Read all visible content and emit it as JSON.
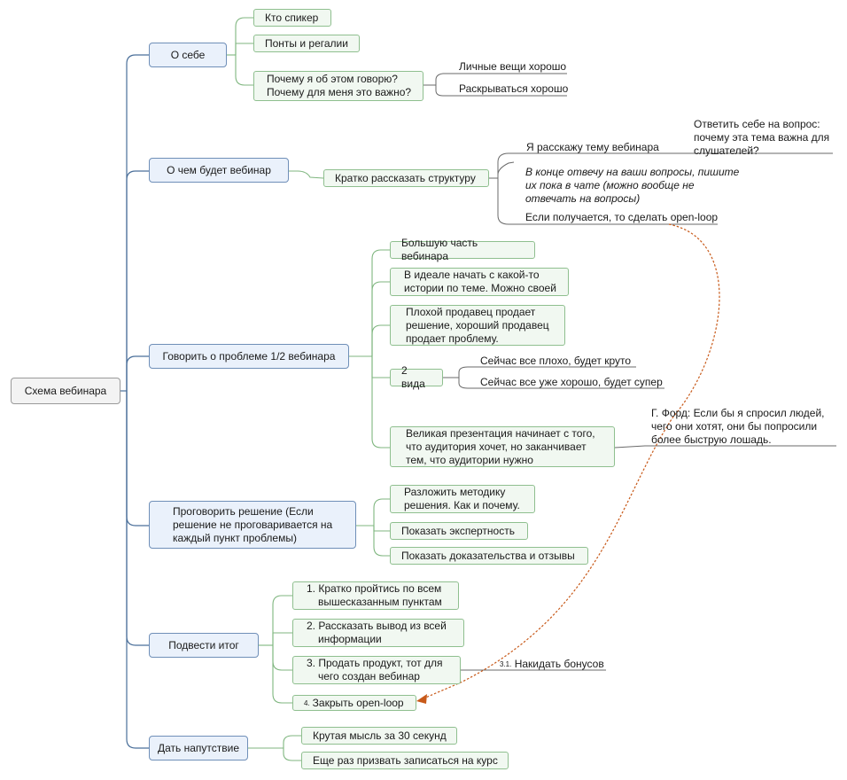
{
  "root": "Схема вебинара",
  "branches": {
    "about": {
      "label": "О себе",
      "children": [
        "Кто спикер",
        "Понты и регалии"
      ],
      "why_line1": "Почему я об этом говорю?",
      "why_line2": "Почему для меня это важно?",
      "why_children": [
        "Личные вещи хорошо",
        "Раскрываться хорошо"
      ]
    },
    "topic": {
      "label": "О чем будет вебинар",
      "structure": "Кратко рассказать структуру",
      "tell_topic": "Я расскажу тему вебинара",
      "question_line1": "Ответить себе на вопрос:",
      "question_line2": "почему эта тема важна для",
      "question_line3": "слушателей?",
      "answer_line1": "В конце отвечу на ваши вопросы, пишите",
      "answer_line2": "их пока в чате (можно вообще не",
      "answer_line3": "отвечать на вопросы)",
      "openloop": "Если получается, то сделать open-loop"
    },
    "problem": {
      "label": "Говорить о проблеме 1/2 вебинара",
      "most": "Большую часть вебинара",
      "story_line1": "В идеале начать с какой-то",
      "story_line2": "истории по теме. Можно своей",
      "seller_line1": "Плохой продавец продает",
      "seller_line2": "решение, хороший продавец",
      "seller_line3": "продает проблему.",
      "two_types": "2 вида",
      "types": [
        "Сейчас все плохо, будет круто",
        "Сейчас все уже хорошо, будет супер"
      ],
      "great_line1": "Великая презентация начинает с того,",
      "great_line2": "что аудитория хочет, но заканчивает",
      "great_line3": "тем, что аудитории нужно",
      "ford_line1": "Г. Форд: Если бы я спросил людей,",
      "ford_line2": "чего они хотят, они бы попросили",
      "ford_line3": "более быструю лошадь."
    },
    "solution": {
      "label_line1": "Проговорить решение (Если",
      "label_line2": "решение не проговаривается на",
      "label_line3": "каждый пункт проблемы)",
      "method_line1": "Разложить методику",
      "method_line2": "решения. Как и почему.",
      "expertise": "Показать экспертность",
      "proof": "Показать доказательства и отзывы"
    },
    "summary": {
      "label": "Подвести итог",
      "s1_line1": "1. Кратко пройтись по всем",
      "s1_line2": "вышесказанным пунктам",
      "s2_line1": "2. Рассказать вывод из всей",
      "s2_line2": "информации",
      "s3_line1": "3. Продать продукт, тот для",
      "s3_line2": "чего создан вебинар",
      "bonus_num": "3.1.",
      "bonus": "Накидать бонусов",
      "s4_num": "4.",
      "s4": "Закрыть open-loop"
    },
    "farewell": {
      "label": "Дать напутствие",
      "children": [
        "Крутая мысль за 30 секунд",
        "Еще раз призвать записаться на курс"
      ]
    }
  },
  "colors": {
    "main_link": "#4a6f9a",
    "sub_link": "#7fb67f",
    "openloop_arrow": "#c85a1a"
  }
}
